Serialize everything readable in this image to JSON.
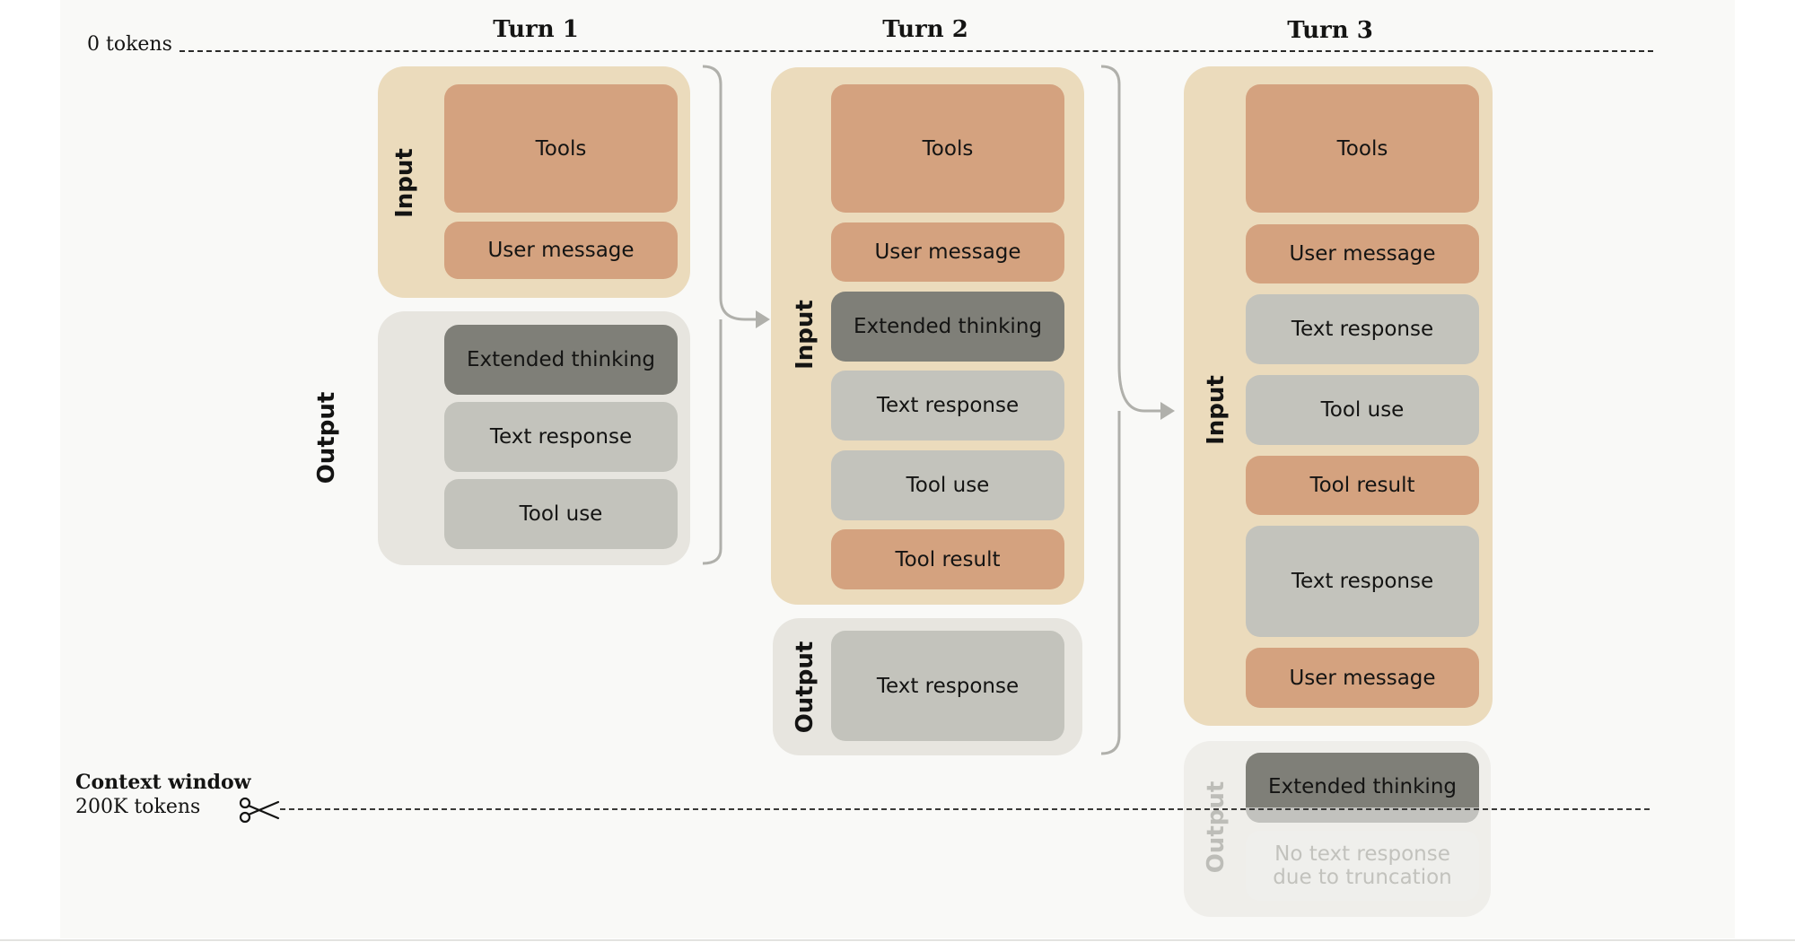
{
  "top_marker": {
    "label": "0 tokens"
  },
  "context_window": {
    "title": "Context window",
    "size": "200K tokens",
    "cut_icon": "scissors-icon"
  },
  "turns": [
    {
      "title": "Turn 1",
      "input": {
        "label": "Input",
        "blocks": [
          "Tools",
          "User message"
        ]
      },
      "output": {
        "label": "Output",
        "blocks": [
          "Extended thinking",
          "Text response",
          "Tool use"
        ]
      }
    },
    {
      "title": "Turn 2",
      "input": {
        "label": "Input",
        "blocks": [
          "Tools",
          "User message",
          "Extended thinking",
          "Text response",
          "Tool use",
          "Tool result"
        ]
      },
      "output": {
        "label": "Output",
        "blocks": [
          "Text response"
        ]
      }
    },
    {
      "title": "Turn 3",
      "input": {
        "label": "Input",
        "blocks": [
          "Tools",
          "User message",
          "Text response",
          "Tool use",
          "Tool result",
          "Text response",
          "User message"
        ]
      },
      "output": {
        "label": "Output",
        "blocks": [
          "Extended thinking",
          "No text response due to truncation"
        ]
      }
    }
  ],
  "colors": {
    "input_group": "#ebdbbc",
    "output_group": "#e7e5df",
    "tools_and_user": "#d4a27f",
    "response_and_tool_use": "#c3c3bc",
    "extended_thinking": "#7f7f78"
  }
}
